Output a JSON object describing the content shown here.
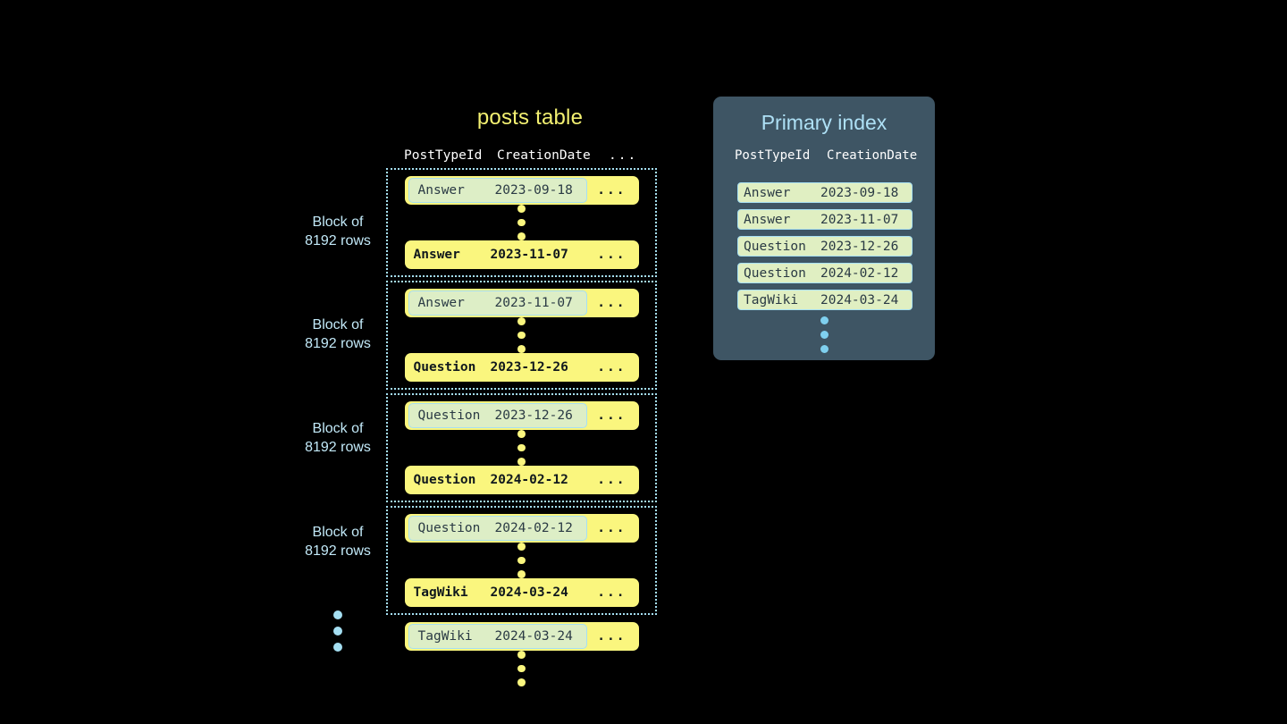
{
  "background_color": "#000000",
  "accent_colors": {
    "yellow_row": "#faf67e",
    "title_yellow": "#f3f071",
    "light_blue": "#a5dff2",
    "highlight_green": "#ddeec6",
    "panel_slate": "#3e5564",
    "index_row_green": "#e0efc2"
  },
  "posts_table": {
    "title": "posts table",
    "headers": {
      "post_type_id": "PostTypeId",
      "creation_date": "CreationDate",
      "more": "..."
    },
    "row_ellipsis": "...",
    "blocks": [
      {
        "label_line1": "Block of",
        "label_line2": "8192 rows",
        "first_row": {
          "post_type_id": "Answer",
          "creation_date": "2023-09-18",
          "highlighted": true
        },
        "last_row": {
          "post_type_id": "Answer",
          "creation_date": "2023-11-07",
          "highlighted": false
        }
      },
      {
        "label_line1": "Block of",
        "label_line2": "8192 rows",
        "first_row": {
          "post_type_id": "Answer",
          "creation_date": "2023-11-07",
          "highlighted": true
        },
        "last_row": {
          "post_type_id": "Question",
          "creation_date": "2023-12-26",
          "highlighted": false
        }
      },
      {
        "label_line1": "Block of",
        "label_line2": "8192 rows",
        "first_row": {
          "post_type_id": "Question",
          "creation_date": "2023-12-26",
          "highlighted": true
        },
        "last_row": {
          "post_type_id": "Question",
          "creation_date": "2024-02-12",
          "highlighted": false
        }
      },
      {
        "label_line1": "Block of",
        "label_line2": "8192 rows",
        "first_row": {
          "post_type_id": "Question",
          "creation_date": "2024-02-12",
          "highlighted": true
        },
        "last_row": {
          "post_type_id": "TagWiki",
          "creation_date": "2024-03-24",
          "highlighted": false
        }
      }
    ],
    "trailing_row": {
      "post_type_id": "TagWiki",
      "creation_date": "2024-03-24",
      "highlighted": true
    }
  },
  "primary_index": {
    "title": "Primary index",
    "headers": {
      "post_type_id": "PostTypeId",
      "creation_date": "CreationDate"
    },
    "rows": [
      {
        "post_type_id": "Answer",
        "creation_date": "2023-09-18"
      },
      {
        "post_type_id": "Answer",
        "creation_date": "2023-11-07"
      },
      {
        "post_type_id": "Question",
        "creation_date": "2023-12-26"
      },
      {
        "post_type_id": "Question",
        "creation_date": "2024-02-12"
      },
      {
        "post_type_id": "TagWiki",
        "creation_date": "2024-03-24"
      }
    ]
  }
}
